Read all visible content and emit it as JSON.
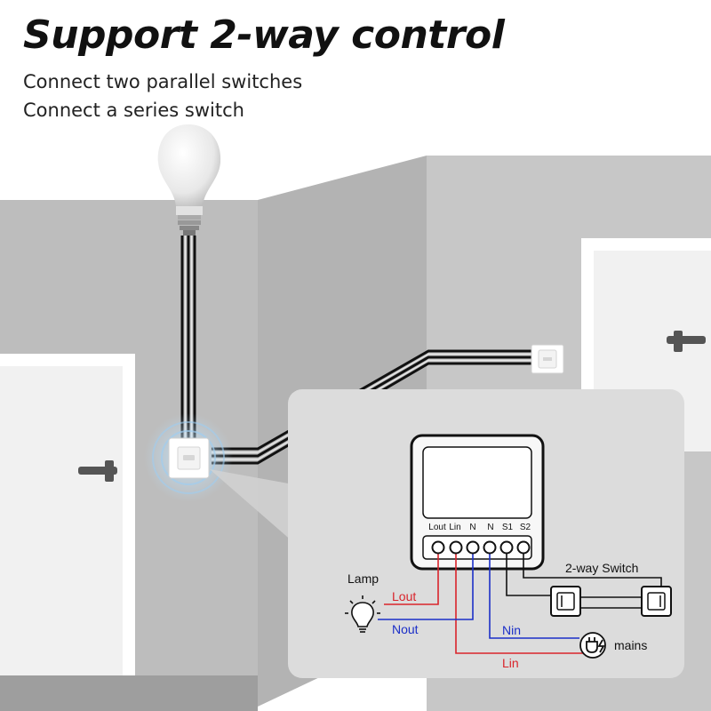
{
  "header": {
    "title": "Support 2-way control",
    "subtitle_1": "Connect two parallel switches",
    "subtitle_2": "Connect a series switch"
  },
  "diagram": {
    "terminals": [
      "Lout",
      "Lin",
      "N",
      "N",
      "S1",
      "S2"
    ],
    "labels": {
      "lamp": "Lamp",
      "lout": "Lout",
      "nout": "Nout",
      "nin": "Nin",
      "lin": "Lin",
      "mains": "mains",
      "two_way_switch": "2-way Switch"
    },
    "colors": {
      "live": "#d9242b",
      "neutral": "#1b2fc8",
      "switch_wire": "#111111",
      "inset_panel": "#dcdcdc",
      "wall": "#bdbdbd"
    },
    "icons": [
      "bulb-icon",
      "lamp-icon",
      "plug-icon",
      "switch-icon"
    ]
  }
}
